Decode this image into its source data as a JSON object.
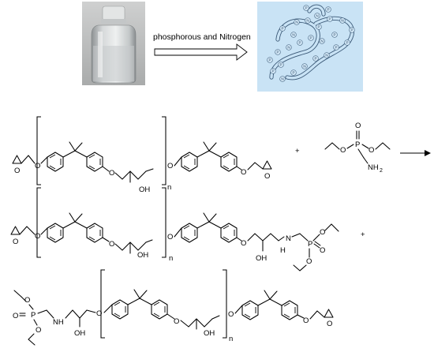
{
  "top": {
    "arrow_label": "phosphorous and Nitrogen"
  },
  "atoms": {
    "O": "O",
    "OH": "OH",
    "N": "N",
    "H": "H",
    "NH": "NH",
    "NH2": "NH",
    "NH2_sub": "2",
    "P": "P",
    "n": "n",
    "plus": "+"
  },
  "polymer_labels": [
    "P",
    "N",
    "N",
    "P",
    "P",
    "N",
    "P",
    "P",
    "P",
    "N",
    "P",
    "N",
    "P",
    "N",
    "P",
    "P",
    "P",
    "N",
    "P",
    "P",
    "N",
    "P",
    "N",
    "P",
    "P",
    "N",
    "P"
  ],
  "colors": {
    "bottle_bg": "#b9b9b9",
    "polymer_bg": "#c9e3f5",
    "polymer_line": "#3c5a78",
    "ink": "#000000"
  }
}
